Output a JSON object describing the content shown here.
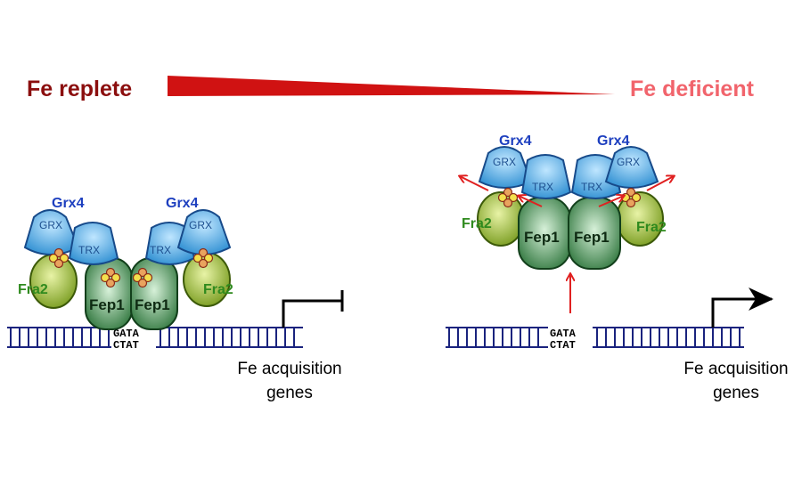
{
  "header": {
    "left_label": "Fe replete",
    "right_label": "Fe deficient",
    "left_color": "#8b0e0e",
    "right_color": "#f1646c",
    "wedge_color": "#d01212"
  },
  "left_panel": {
    "grx4_left": "Grx4",
    "grx4_right": "Grx4",
    "grx_domain": "GRX",
    "trx_domain": "TRX",
    "fra2": "Fra2",
    "fep1": "Fep1",
    "dna_top": "GATA",
    "dna_bottom": "CTAT",
    "gene_label_line1": "Fe acquisition",
    "gene_label_line2": "genes",
    "promoter_state": "repressed"
  },
  "right_panel": {
    "grx4_left": "Grx4",
    "grx4_right": "Grx4",
    "grx_domain": "GRX",
    "trx_domain": "TRX",
    "fra2": "Fra2",
    "fep1": "Fep1",
    "dna_top": "GATA",
    "dna_bottom": "CTAT",
    "gene_label_line1": "Fe acquisition",
    "gene_label_line2": "genes",
    "promoter_state": "active"
  },
  "colors": {
    "grx_fill": "#4aa8e0",
    "fra2_fill": "#8fb12a",
    "fep1_fill": "#2e7d3c",
    "dna": "#1a237e",
    "arrow_red": "#e02020"
  }
}
